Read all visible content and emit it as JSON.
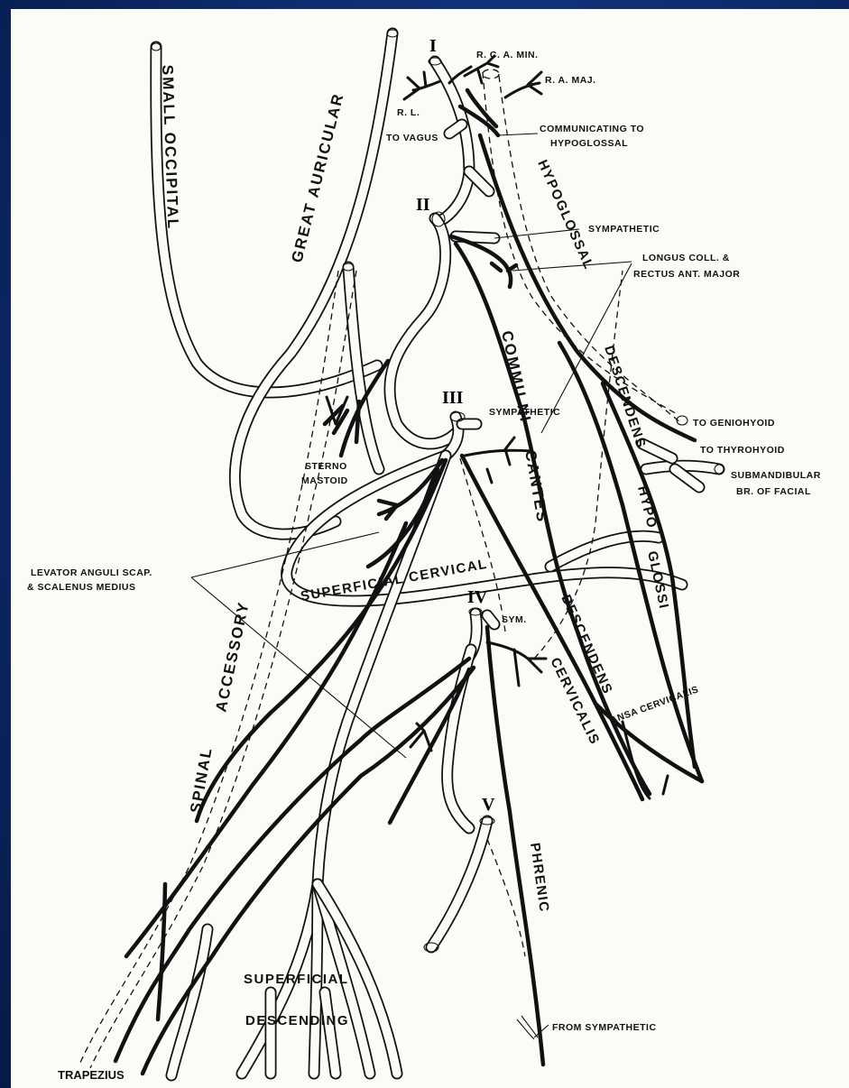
{
  "labels": {
    "small_occipital": "SMALL OCCIPITAL",
    "great_auricular": "GREAT AURICULAR",
    "hypoglossal": "HYPOGLOSSAL",
    "communicantes_1": "COMMU NI",
    "communicantes_2": "CANTES",
    "descendens_hypoglossi_1": "DESCENDENS",
    "descendens_hypoglossi_2": "HYPO",
    "descendens_hypoglossi_3": "GLOSSI",
    "descendens_cervicalis_1": "DESCENDENS",
    "descendens_cervicalis_2": "CERVICALIS",
    "ansa_cervicalis": "ANSA CERVICALIS",
    "spinal_accessory_1": "SPINAL",
    "spinal_accessory_2": "ACCESSORY",
    "superficial_cervical": "SUPERFICIAL CERVICAL",
    "superficial_descending_1": "SUPERFICIAL",
    "superficial_descending_2": "DESCENDING",
    "phrenic": "PHRENIC",
    "trapezius": "TRAPEZIUS",
    "rca_min": "R. C. A. MIN.",
    "ra_maj": "R. A. MAJ.",
    "rl": "R. L.",
    "to_vagus": "TO VAGUS",
    "communicating_hypoglossal_1": "COMMUNICATING TO",
    "communicating_hypoglossal_2": "HYPOGLOSSAL",
    "sympathetic_upper": "SYMPATHETIC",
    "longus_colli_1": "LONGUS COLL. &",
    "longus_colli_2": "RECTUS ANT. MAJOR",
    "sympathetic_mid": "SYMPATHETIC",
    "to_geniohyoid": "TO GENIOHYOID",
    "to_thyrohyoid": "TO THYROHYOID",
    "submandibular_1": "SUBMANDIBULAR",
    "submandibular_2": "BR. OF FACIAL",
    "sterno_1": "STERNO",
    "sterno_2": "MASTOID",
    "levator_1": "LEVATOR ANGULI SCAP.",
    "levator_2": "& SCALENUS MEDIUS",
    "sym_iv": "SYM.",
    "from_sympathetic": "FROM SYMPATHETIC"
  },
  "roots": {
    "i": "I",
    "ii": "II",
    "iii": "III",
    "iv": "IV",
    "v": "V"
  }
}
